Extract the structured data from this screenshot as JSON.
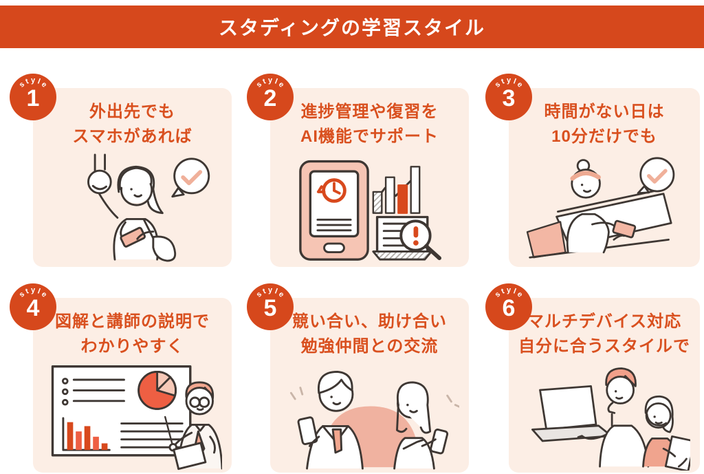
{
  "header": {
    "title": "スタディングの学習スタイル",
    "bg_color": "#d6481c",
    "text_color": "#ffffff"
  },
  "colors": {
    "card_bg": "#fceee5",
    "accent_orange": "#d6481c",
    "title_text": "#d9501f",
    "line_art": "#3e3733",
    "salmon_accent": "#f2b1a0"
  },
  "cards": [
    {
      "style_word": "style",
      "number": "1",
      "title_lines": [
        "外出先でも",
        "スマホがあれば"
      ],
      "illustration": "woman-train-strap-smartphone-icon"
    },
    {
      "style_word": "style",
      "number": "2",
      "title_lines": [
        "進捗管理や復習を",
        "AI機能でサポート"
      ],
      "illustration": "smartphone-chart-document-magnifier-icon"
    },
    {
      "style_word": "style",
      "number": "3",
      "title_lines": [
        "時間がない日は",
        "10分だけでも"
      ],
      "illustration": "woman-sofa-smartphone-icon"
    },
    {
      "style_word": "style",
      "number": "4",
      "title_lines": [
        "図解と講師の説明で",
        "わかりやすく"
      ],
      "illustration": "instructor-presentation-board-icon"
    },
    {
      "style_word": "style",
      "number": "5",
      "title_lines": [
        "競い合い、助け合い",
        "勉強仲間との交流"
      ],
      "illustration": "two-people-smartphones-icon"
    },
    {
      "style_word": "style",
      "number": "6",
      "title_lines": [
        "マルチデバイス対応",
        "自分に合うスタイルで"
      ],
      "illustration": "man-laptop-woman-tablet-icon"
    }
  ]
}
